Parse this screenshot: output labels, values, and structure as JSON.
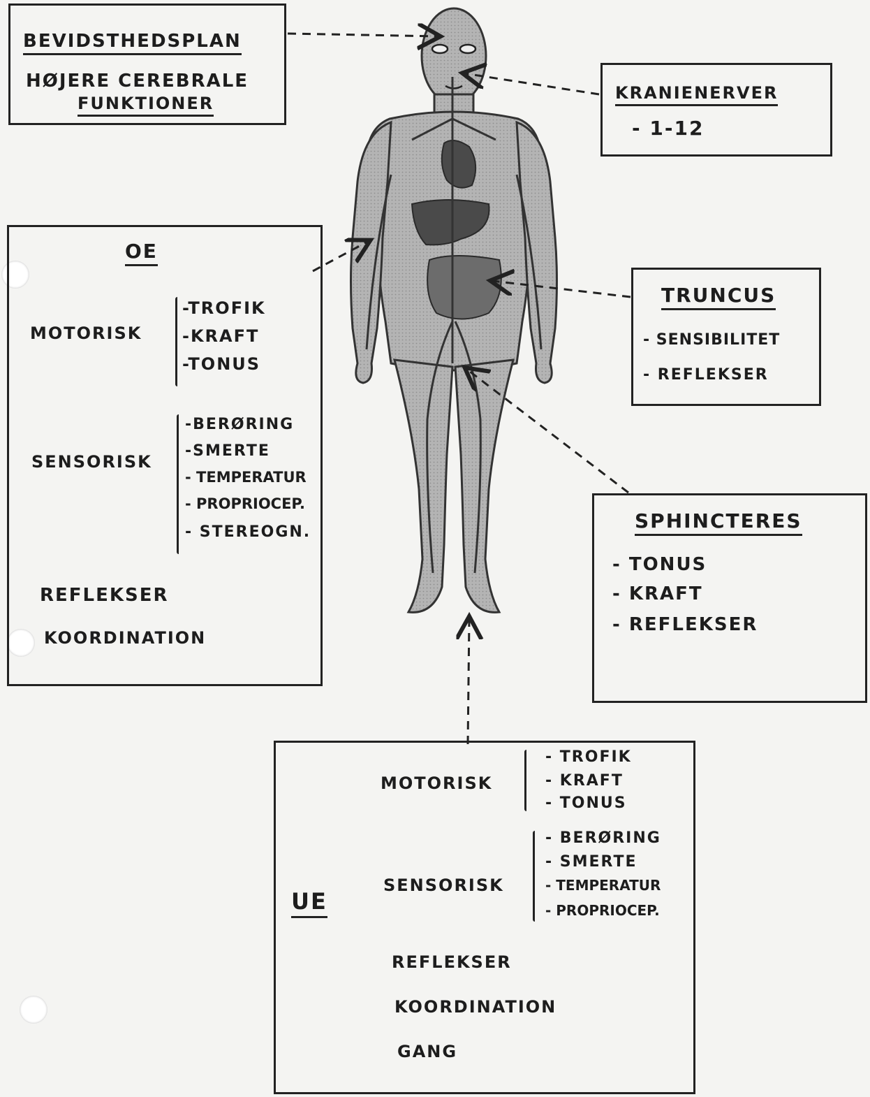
{
  "bevidsthed": {
    "title": "BEVIDSTHEDSPLAN",
    "line2": "HØJERE CEREBRALE",
    "line3": "FUNKTIONER"
  },
  "kranie": {
    "title": "KRANIENERVER",
    "item": "- 1-12"
  },
  "oe": {
    "title": "OE",
    "motorisk_label": "MOTORISK",
    "motorisk_items": [
      "-TROFIK",
      "-KRAFT",
      "-TONUS"
    ],
    "sensorisk_label": "SENSORISK",
    "sensorisk_items": [
      "-BERØRING",
      "-SMERTE",
      "- TEMPERATUR",
      "- PROPRIOCEP.",
      "- STEREOGN."
    ],
    "reflekser": "REFLEKSER",
    "koordination": "KOORDINATION"
  },
  "truncus": {
    "title": "TRUNCUS",
    "items": [
      "- SENSIBILITET",
      "- REFLEKSER"
    ]
  },
  "sphincteres": {
    "title": "SPHINCTERES",
    "items": [
      "- TONUS",
      "- KRAFT",
      "- REFLEKSER"
    ]
  },
  "ue": {
    "title": "UE",
    "motorisk_label": "MOTORISK",
    "motorisk_items": [
      "- TROFIK",
      "- KRAFT",
      "- TONUS"
    ],
    "sensorisk_label": "SENSORISK",
    "sensorisk_items": [
      "- BERØRING",
      "- SMERTE",
      "- TEMPERATUR",
      "- PROPRIOCEP."
    ],
    "reflekser": "REFLEKSER",
    "koordination": "KOORDINATION",
    "gang": "GANG"
  },
  "figure": {
    "name": "human-body-figure",
    "skin_color": "#a9a9a9",
    "organ_color": "#4a4a4a"
  }
}
